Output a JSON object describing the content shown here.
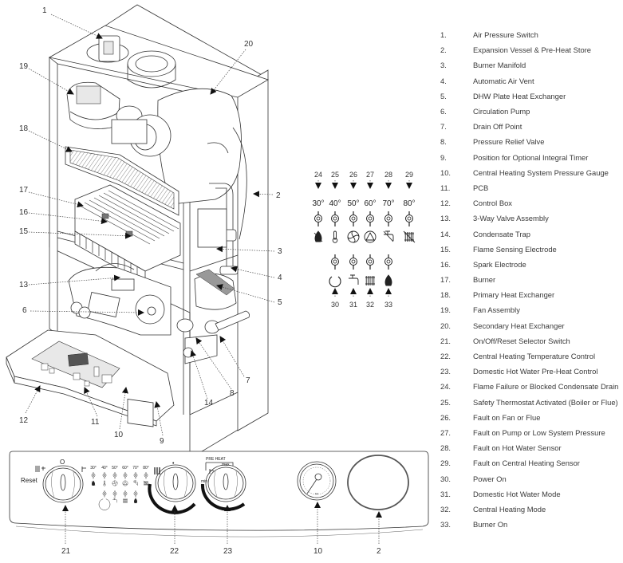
{
  "legend": [
    {
      "num": "1.",
      "label": "Air Pressure Switch"
    },
    {
      "num": "2.",
      "label": "Expansion Vessel & Pre-Heat Store"
    },
    {
      "num": "3.",
      "label": "Burner Manifold"
    },
    {
      "num": "4.",
      "label": "Automatic Air Vent"
    },
    {
      "num": "5.",
      "label": "DHW Plate Heat Exchanger"
    },
    {
      "num": "6.",
      "label": "Circulation Pump"
    },
    {
      "num": "7.",
      "label": "Drain Off Point"
    },
    {
      "num": "8.",
      "label": "Pressure Relief Valve"
    },
    {
      "num": "9.",
      "label": "Position for Optional Integral Timer"
    },
    {
      "num": "10.",
      "label": "Central Heating System Pressure Gauge"
    },
    {
      "num": "11.",
      "label": "PCB"
    },
    {
      "num": "12.",
      "label": "Control Box"
    },
    {
      "num": "13.",
      "label": "3-Way Valve Assembly"
    },
    {
      "num": "14.",
      "label": "Condensate Trap"
    },
    {
      "num": "15.",
      "label": "Flame Sensing Electrode"
    },
    {
      "num": "16.",
      "label": "Spark Electrode"
    },
    {
      "num": "17.",
      "label": "Burner"
    },
    {
      "num": "18.",
      "label": "Primary Heat Exchanger"
    },
    {
      "num": "19.",
      "label": "Fan Assembly"
    },
    {
      "num": "20.",
      "label": "Secondary Heat Exchanger"
    },
    {
      "num": "21.",
      "label": "On/Off/Reset Selector Switch"
    },
    {
      "num": "22.",
      "label": "Central Heating Temperature Control"
    },
    {
      "num": "23.",
      "label": "Domestic Hot Water Pre-Heat Control"
    },
    {
      "num": "24.",
      "label": "Flame Failure or Blocked Condensate Drain"
    },
    {
      "num": "25.",
      "label": "Safety Thermostat Activated (Boiler or Flue)"
    },
    {
      "num": "26.",
      "label": "Fault on Fan or Flue"
    },
    {
      "num": "27.",
      "label": "Fault on Pump or Low System Pressure"
    },
    {
      "num": "28.",
      "label": "Fault on Hot Water Sensor"
    },
    {
      "num": "29.",
      "label": "Fault on Central Heating Sensor"
    },
    {
      "num": "30.",
      "label": "Power On"
    },
    {
      "num": "31.",
      "label": "Domestic Hot Water Mode"
    },
    {
      "num": "32.",
      "label": "Central Heating Mode"
    },
    {
      "num": "33.",
      "label": "Burner On"
    }
  ],
  "callouts": {
    "c1": "1",
    "c2": "2",
    "c3": "3",
    "c4": "4",
    "c5": "5",
    "c6": "6",
    "c7": "7",
    "c8": "8",
    "c9": "9",
    "c10": "10",
    "c11": "11",
    "c12": "12",
    "c13": "13",
    "c14": "14",
    "c15": "15",
    "c16": "16",
    "c17": "17",
    "c18": "18",
    "c19": "19",
    "c20": "20",
    "p21": "21",
    "p22": "22",
    "p23": "23",
    "p10": "10",
    "p2": "2"
  },
  "led_panel": {
    "fault_numbers": [
      "24",
      "25",
      "26",
      "27",
      "28",
      "29"
    ],
    "temperatures": [
      "30°",
      "40°",
      "50°",
      "60°",
      "70°",
      "80°"
    ],
    "fault_icons": [
      "flame-crossed-icon",
      "thermometer-icon",
      "fan-icon",
      "pump-icon",
      "tap-crossed-icon",
      "radiator-crossed-icon"
    ],
    "status_numbers": [
      "30",
      "31",
      "32",
      "33"
    ],
    "status_icons": [
      "power-icon",
      "tap-icon",
      "radiator-icon",
      "flame-icon"
    ]
  },
  "control_panel": {
    "reset_label": "Reset",
    "off_symbol": "O",
    "ch_knob_top": "•",
    "dhw_preheat_label": "PRE HEAT",
    "dhw_max_label": "max",
    "dhw_min_label": "min",
    "mini_temps": [
      "30°",
      "40°",
      "50°",
      "60°",
      "70°",
      "80°"
    ]
  }
}
